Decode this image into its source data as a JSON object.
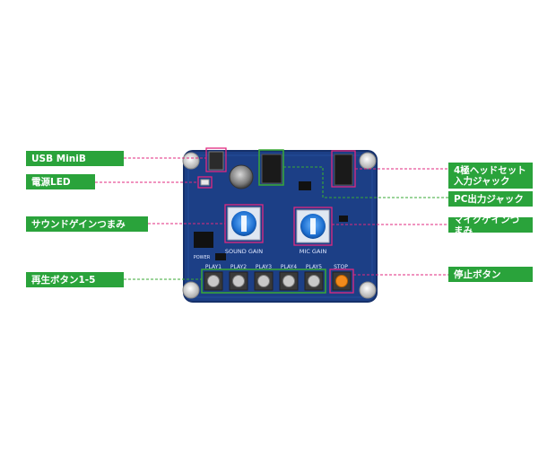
{
  "labels": {
    "usb": "USB MiniB",
    "power_led": "電源LED",
    "sound_gain": "サウンドゲインつまみ",
    "play_buttons": "再生ボタン1-5",
    "headset_jack": "4極ヘッドセット\n入力ジャック",
    "pc_out": "PC出力ジャック",
    "mic_gain": "マイクゲインつまみ",
    "stop_button": "停止ボタン"
  },
  "silkscreen": {
    "sound_gain": "SOUND GAIN",
    "mic_gain": "MIC GAIN",
    "play1": "PLAY1",
    "play2": "PLAY2",
    "play3": "PLAY3",
    "play4": "PLAY4",
    "play5": "PLAY5",
    "stop": "STOP",
    "power": "POWER"
  },
  "colors": {
    "pcb": "#1c3f86",
    "label_green": "#2aa33b",
    "callout_pink": "#e0287f",
    "callout_green": "#3aaa35",
    "stop_button": "#f28a1c"
  }
}
